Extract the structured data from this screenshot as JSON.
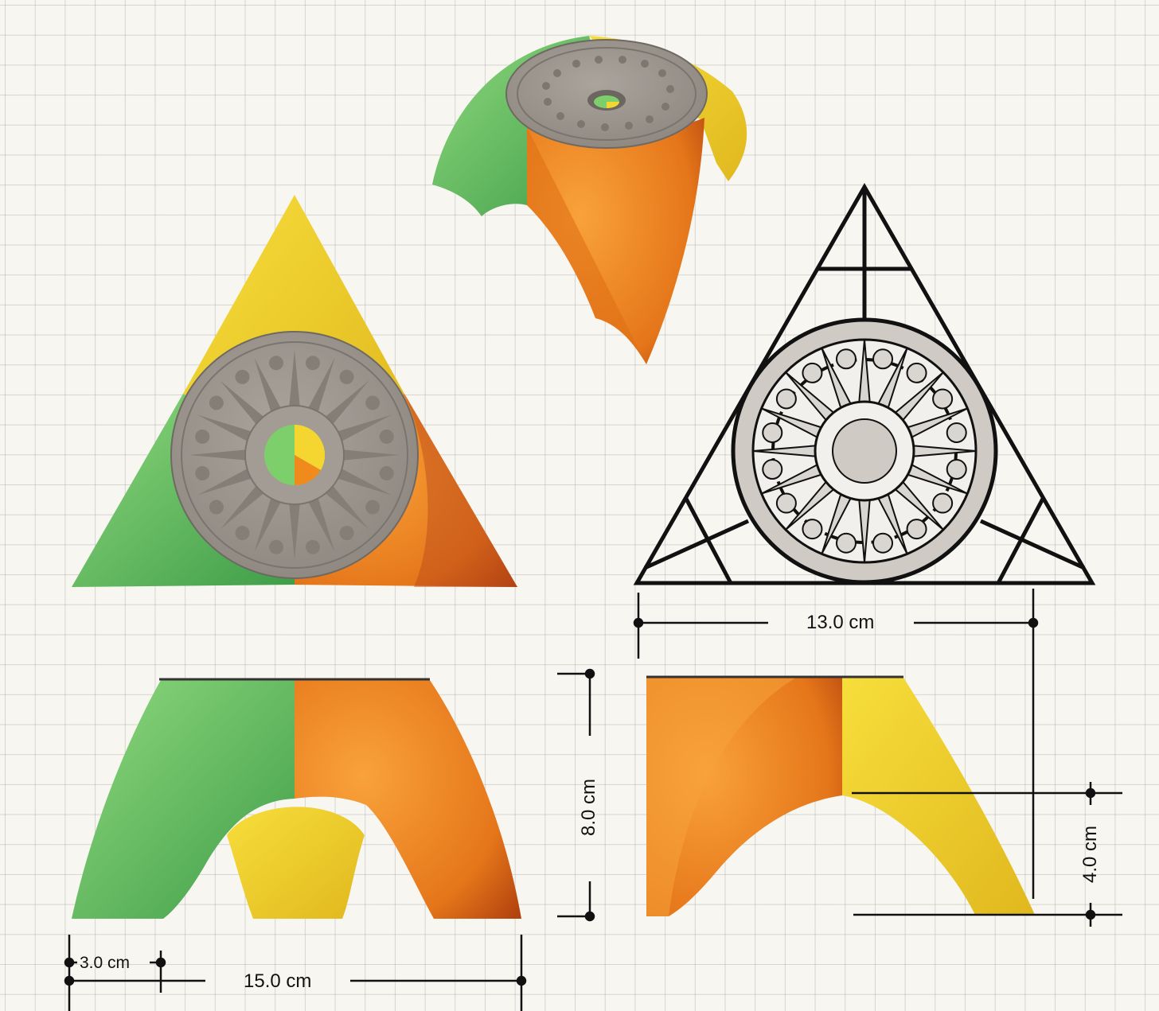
{
  "dimensions": {
    "width_13": "13.0 cm",
    "height_8": "8.0 cm",
    "height_4": "4.0 cm",
    "width_15": "15.0 cm",
    "offset_3": "3.0 cm"
  },
  "colors": {
    "green": "#7dcf6b",
    "orange": "#f08a1c",
    "yellow": "#f5d630",
    "grey": "#9c958e",
    "line": "#111111",
    "paper": "#f7f6f1"
  }
}
